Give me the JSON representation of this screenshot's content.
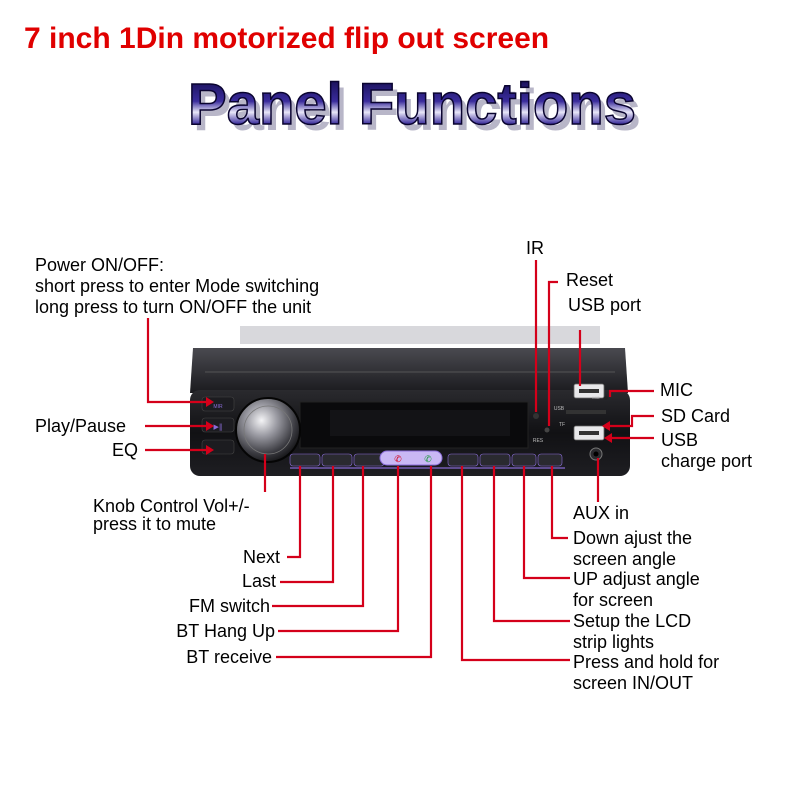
{
  "subtitle": "7 inch 1Din motorized flip out screen",
  "title": "Panel Functions",
  "colors": {
    "accent_red": "#e00000",
    "leader_red": "#d4001a",
    "title_blue": "#2a1a7a",
    "device_body": "#1a1a1c",
    "led_purple": "#8a6cd8"
  },
  "labels": {
    "power": [
      "Power ON/OFF:",
      "short press to enter Mode switching",
      "long press to turn ON/OFF the unit"
    ],
    "play_pause": "Play/Pause",
    "eq": "EQ",
    "knob": [
      "Knob Control Vol+/-",
      "press it to mute"
    ],
    "next": "Next",
    "last": "Last",
    "fm_switch": "FM switch",
    "bt_hang_up": "BT Hang Up",
    "bt_receive": "BT receive",
    "ir": "IR",
    "reset": "Reset",
    "usb_port": "USB port",
    "mic": "MIC",
    "sd_card": "SD Card",
    "usb_charge": [
      "USB",
      "charge port"
    ],
    "aux_in": "AUX in",
    "down_angle": [
      "Down ajust the",
      "screen angle"
    ],
    "up_angle": [
      "UP adjust angle",
      "for screen"
    ],
    "lcd_lights": [
      "Setup the LCD",
      "strip lights"
    ],
    "press_hold": [
      "Press and hold for",
      "screen IN/OUT"
    ]
  },
  "device_marks": {
    "usb": "USB",
    "mic": "MIC",
    "tf": "TF",
    "res": "RES",
    "mir": "MIR"
  }
}
